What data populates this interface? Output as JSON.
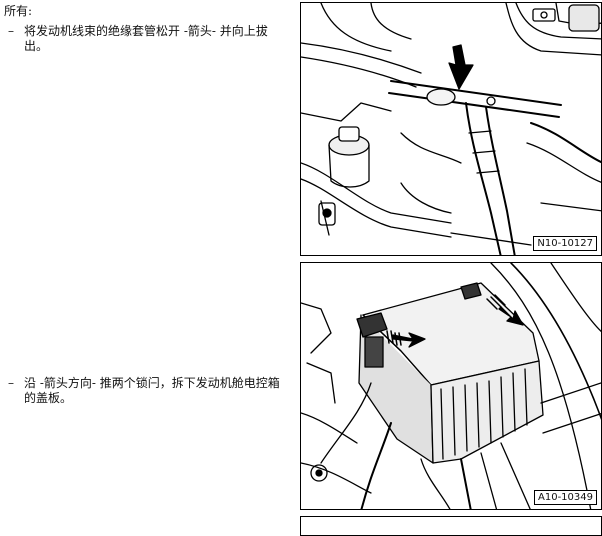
{
  "heading": "所有:",
  "steps": [
    {
      "bullet": "–",
      "text": "将发动机线束的绝缘套管松开 -箭头- 并向上拔出。"
    },
    {
      "bullet": "–",
      "text": "沿 -箭头方向- 推两个锁闩，拆下发动机舱电控箱的盖板。"
    }
  ],
  "figures": [
    {
      "label": "N10-10127"
    },
    {
      "label": "A10-10349"
    }
  ]
}
